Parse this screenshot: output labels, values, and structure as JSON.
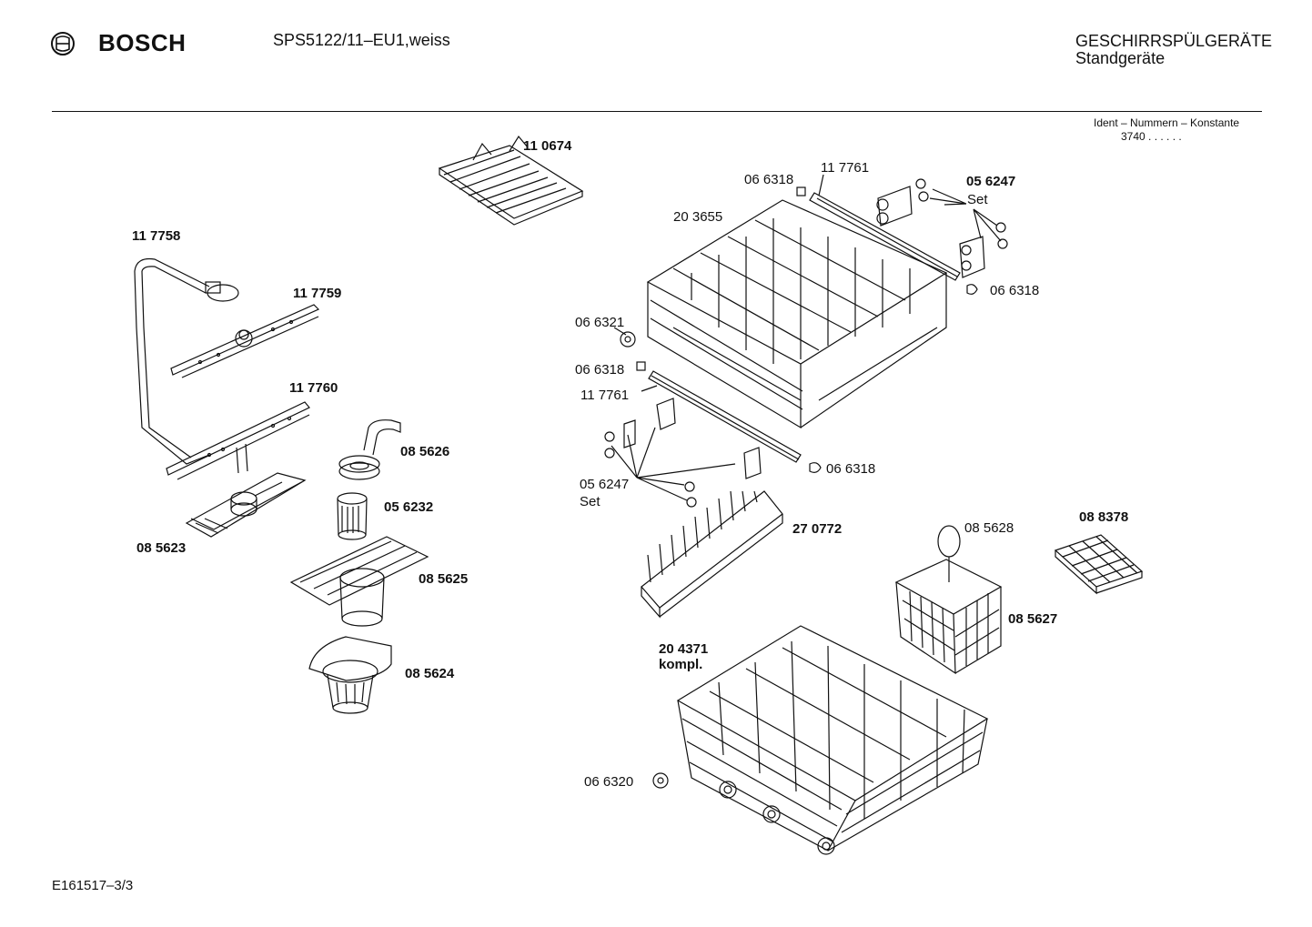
{
  "header": {
    "brand": "BOSCH",
    "model": "SPS5122/11–EU1,weiss",
    "category_line1": "GESCHIRRSPÜLGERÄTE",
    "category_line2": "Standgeräte",
    "ident_label": "Ident – Nummern – Konstante",
    "ident_value": "3740 .  .   .  .  .  ."
  },
  "footer": {
    "code": "E161517–3/3"
  },
  "parts": {
    "p110674": "11 0674",
    "p117758": "11 7758",
    "p117759": "11 7759",
    "p117760": "11 7760",
    "p085626": "08 5626",
    "p056232": "05 6232",
    "p085623": "08 5623",
    "p085625": "08 5625",
    "p085624": "08 5624",
    "p066318_top": "06 6318",
    "p117761_top": "11 7761",
    "p056247_top": "05 6247",
    "set_top": "Set",
    "p203655": "20 3655",
    "p066318_right": "06 6318",
    "p066321": "06 6321",
    "p066318_left": "06 6318",
    "p117761_left": "11 7761",
    "p066318_mid": "06 6318",
    "p056247_bottom": "05 6247",
    "set_bottom": "Set",
    "p270772": "27 0772",
    "p085628": "08 5628",
    "p088378": "08 8378",
    "p085627": "08 5627",
    "p204371": "20 4371",
    "kompl": "kompl.",
    "p066320": "06 6320"
  }
}
